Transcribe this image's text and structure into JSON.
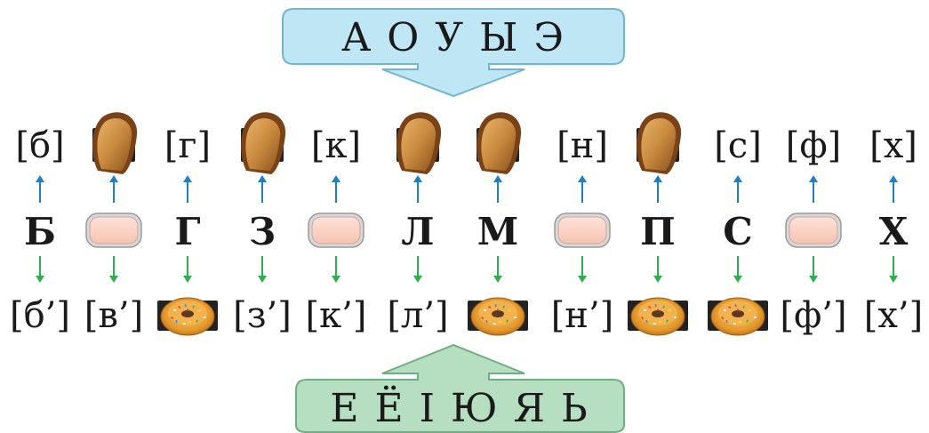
{
  "top_box": {
    "text": "А О У Ы Э"
  },
  "bottom_box": {
    "text": "Е Ё І Ю Я Ь"
  },
  "colors": {
    "top_box_fill": "#bfe6f4",
    "top_box_stroke": "#6fb6d4",
    "bottom_box_fill": "#b5dfc0",
    "bottom_box_stroke": "#6fae82",
    "up_arrow": "#1f7fc2",
    "down_arrow": "#2fae4e",
    "blank_fill": "#f9d1c4",
    "blank_stroke": "#a8a8a8"
  },
  "columns": [
    {
      "hard": "[б]",
      "letter": "Б",
      "soft": "[б’]"
    },
    {
      "hard": "bread-icon",
      "letter": "",
      "soft": "[в’]"
    },
    {
      "hard": "[г]",
      "letter": "Г",
      "soft": "donut-icon"
    },
    {
      "hard": "bread-icon",
      "letter": "З",
      "soft": "[з’]"
    },
    {
      "hard": "[к]",
      "letter": "",
      "soft": "[к’]"
    },
    {
      "hard": "bread-icon",
      "letter": "Л",
      "soft": "[л’]"
    },
    {
      "hard": "bread-icon",
      "letter": "М",
      "soft": "donut-icon"
    },
    {
      "hard": "[н]",
      "letter": "",
      "soft": "[н’]"
    },
    {
      "hard": "bread-icon",
      "letter": "П",
      "soft": "donut-icon"
    },
    {
      "hard": "[с]",
      "letter": "С",
      "soft": "donut-icon"
    },
    {
      "hard": "[ф]",
      "letter": "",
      "soft": "[ф’]"
    },
    {
      "hard": "[х]",
      "letter": "Х",
      "soft": "[х’]"
    }
  ]
}
